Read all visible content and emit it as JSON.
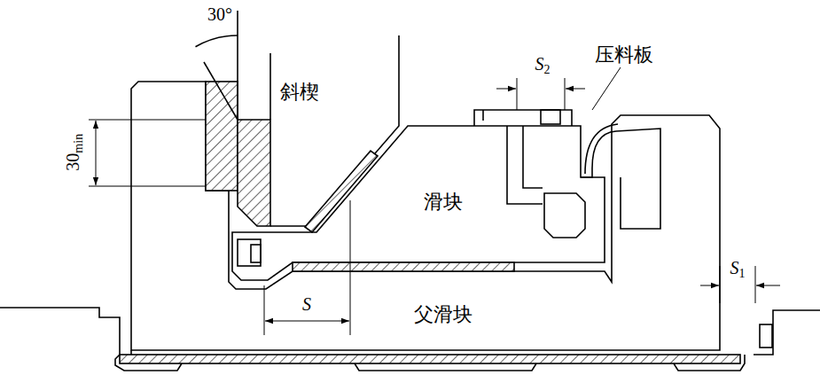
{
  "diagram": {
    "labels": [
      "30°",
      "斜楔",
      "S2",
      "压料板",
      "30min",
      "滑块",
      "S",
      "父滑块",
      "S1"
    ]
  }
}
